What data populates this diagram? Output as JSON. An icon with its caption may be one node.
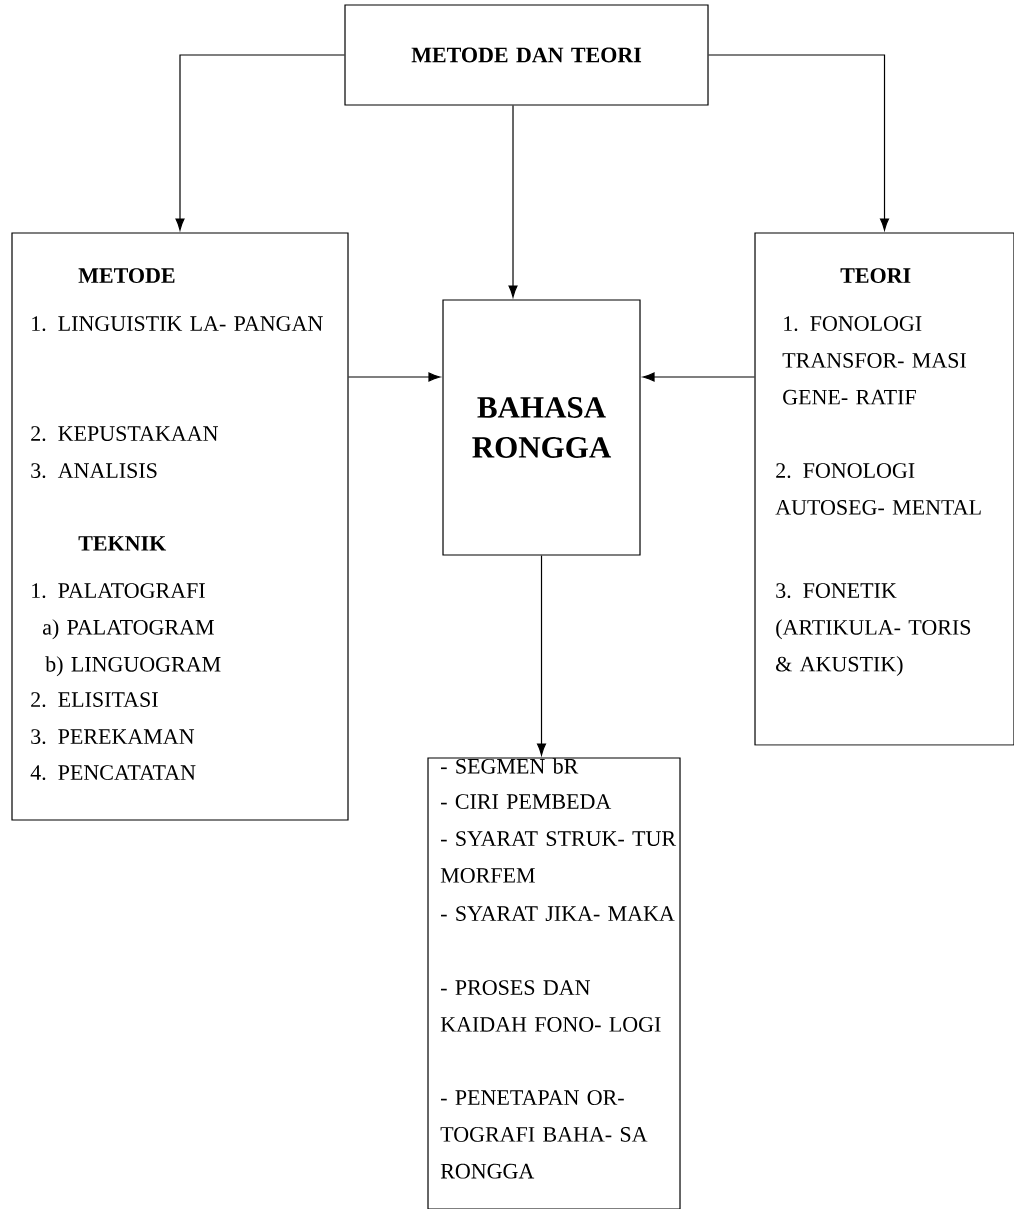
{
  "diagram": {
    "nodes": [
      {
        "text": [
          "METODE DAN TEORI"
        ]
      },
      {
        "text": [
          "METODE",
          "1. LINGUISTIK LA- PANGAN",
          "2. KEPUSTAKAAN",
          "3. ANALISIS",
          "TEKNIK",
          "1. PALATOGRAFI",
          "a) PALATOGRAM",
          "b) LINGUOGRAM",
          "2. ELISITASI",
          "3. PEREKAMAN",
          "4. PENCATATAN"
        ]
      },
      {
        "text": [
          "BAHASA RONGGA"
        ]
      },
      {
        "text": [
          "TEORI",
          "1. FONOLOGI TRANSFOR- MASI GENE- RATIF",
          "2. FONOLOGI AUTOSEG- MENTAL",
          "3. FONETIK (ARTIKULA- TORIS & AKUSTIK)"
        ]
      },
      {
        "text": [
          "- SEGMEN bR",
          "- CIRI PEMBEDA",
          "- SYARAT STRUK- TUR MORFEM",
          "- SYARAT JIKA- MAKA",
          "- PROSES DAN KAIDAH FONO- LOGI",
          "- PENETAPAN OR- TOGRAFI BAHA- SA RONGGA"
        ]
      }
    ],
    "edges": [
      {
        "from": 0,
        "to": 1,
        "arrow": "to"
      },
      {
        "from": 0,
        "to": 2,
        "arrow": "to"
      },
      {
        "from": 0,
        "to": 3,
        "arrow": "to"
      },
      {
        "from": 1,
        "to": 2,
        "arrow": "to"
      },
      {
        "from": 3,
        "to": 2,
        "arrow": "to"
      },
      {
        "from": 2,
        "to": 4,
        "arrow": "to"
      }
    ]
  }
}
